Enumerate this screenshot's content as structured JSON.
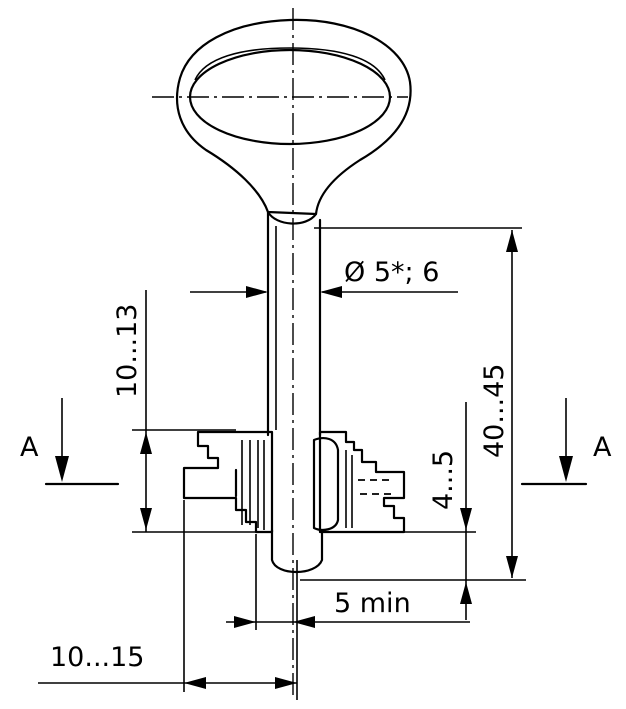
{
  "dimensions": {
    "diameter": "Ø 5*; 6",
    "length": "40...45",
    "bit_height": "10...13",
    "step": "4...5",
    "tip_length": "5 min",
    "bit_offset": "10...15"
  },
  "section": {
    "left_label": "A",
    "right_label": "A"
  }
}
